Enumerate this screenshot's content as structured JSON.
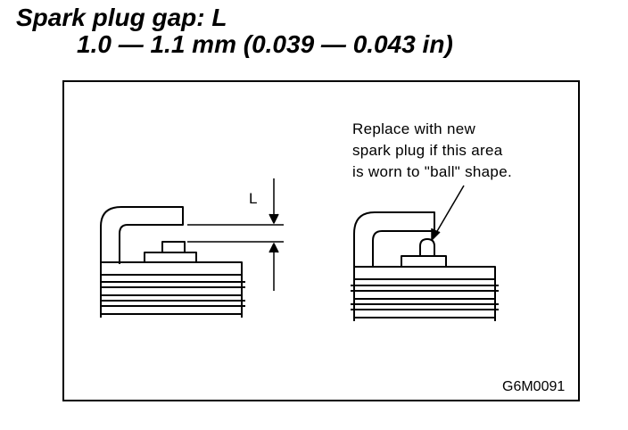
{
  "title": {
    "line1": "Spark plug gap: L",
    "line2": "1.0 — 1.1 mm (0.039 — 0.043 in)"
  },
  "diagram": {
    "gap_label": "L",
    "note": "Replace with new\nspark plug if this area\nis worn to \"ball\" shape.",
    "figure_code": "G6M0091"
  }
}
